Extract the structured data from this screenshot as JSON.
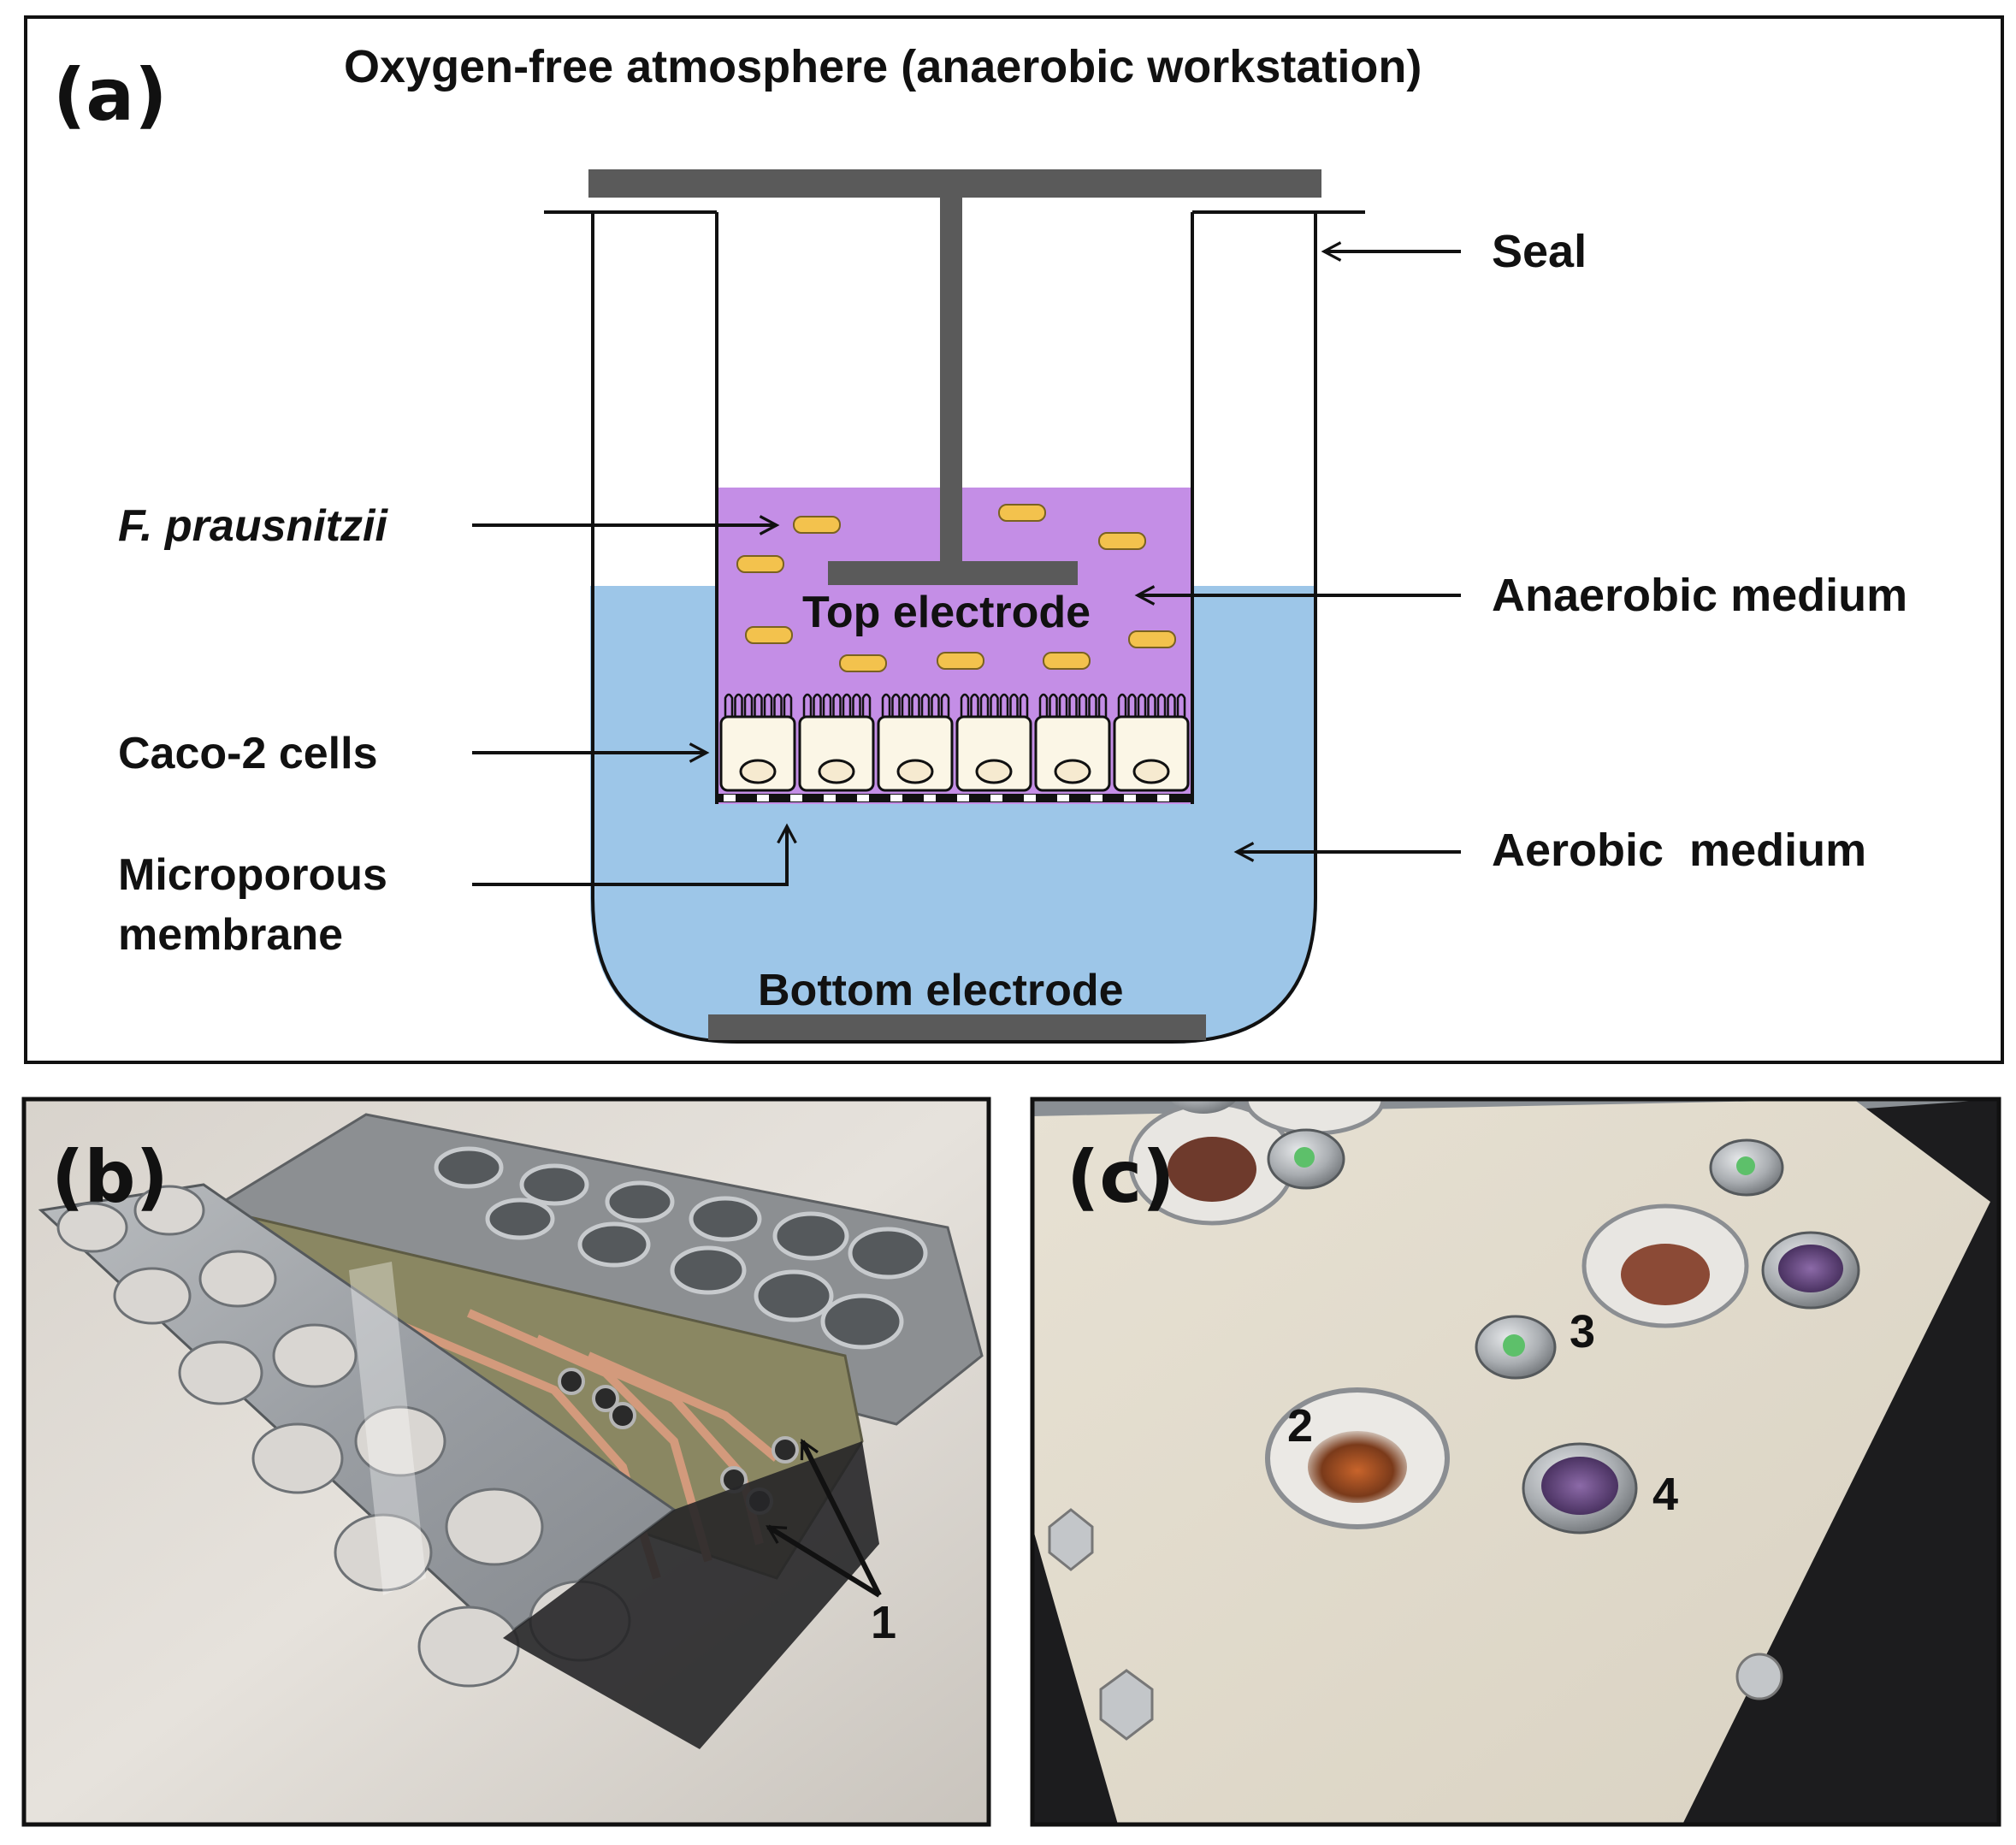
{
  "panel_a": {
    "letter": "(a)",
    "title": "Oxygen-free atmosphere (anaerobic workstation)",
    "labels": {
      "seal": "Seal",
      "bacteria": "F. prausnitzii",
      "anaerobic_medium": "Anaerobic medium",
      "top_electrode": "Top electrode",
      "caco2": "Caco-2 cells",
      "aerobic_medium": "Aerobic  medium",
      "membrane_line1": "Microporous",
      "membrane_line2": "membrane",
      "bottom_electrode": "Bottom  electrode"
    },
    "colors": {
      "anaerobic_medium": "#c48ee6",
      "aerobic_medium": "#9dc6e8",
      "electrode": "#5a5a5a",
      "bacteria": "#f3c24d",
      "cell_body": "#fbf6e6"
    }
  },
  "panel_b": {
    "letter": "(b)",
    "callout": "1"
  },
  "panel_c": {
    "letter": "(c)",
    "callouts": [
      "2",
      "3",
      "4"
    ]
  }
}
